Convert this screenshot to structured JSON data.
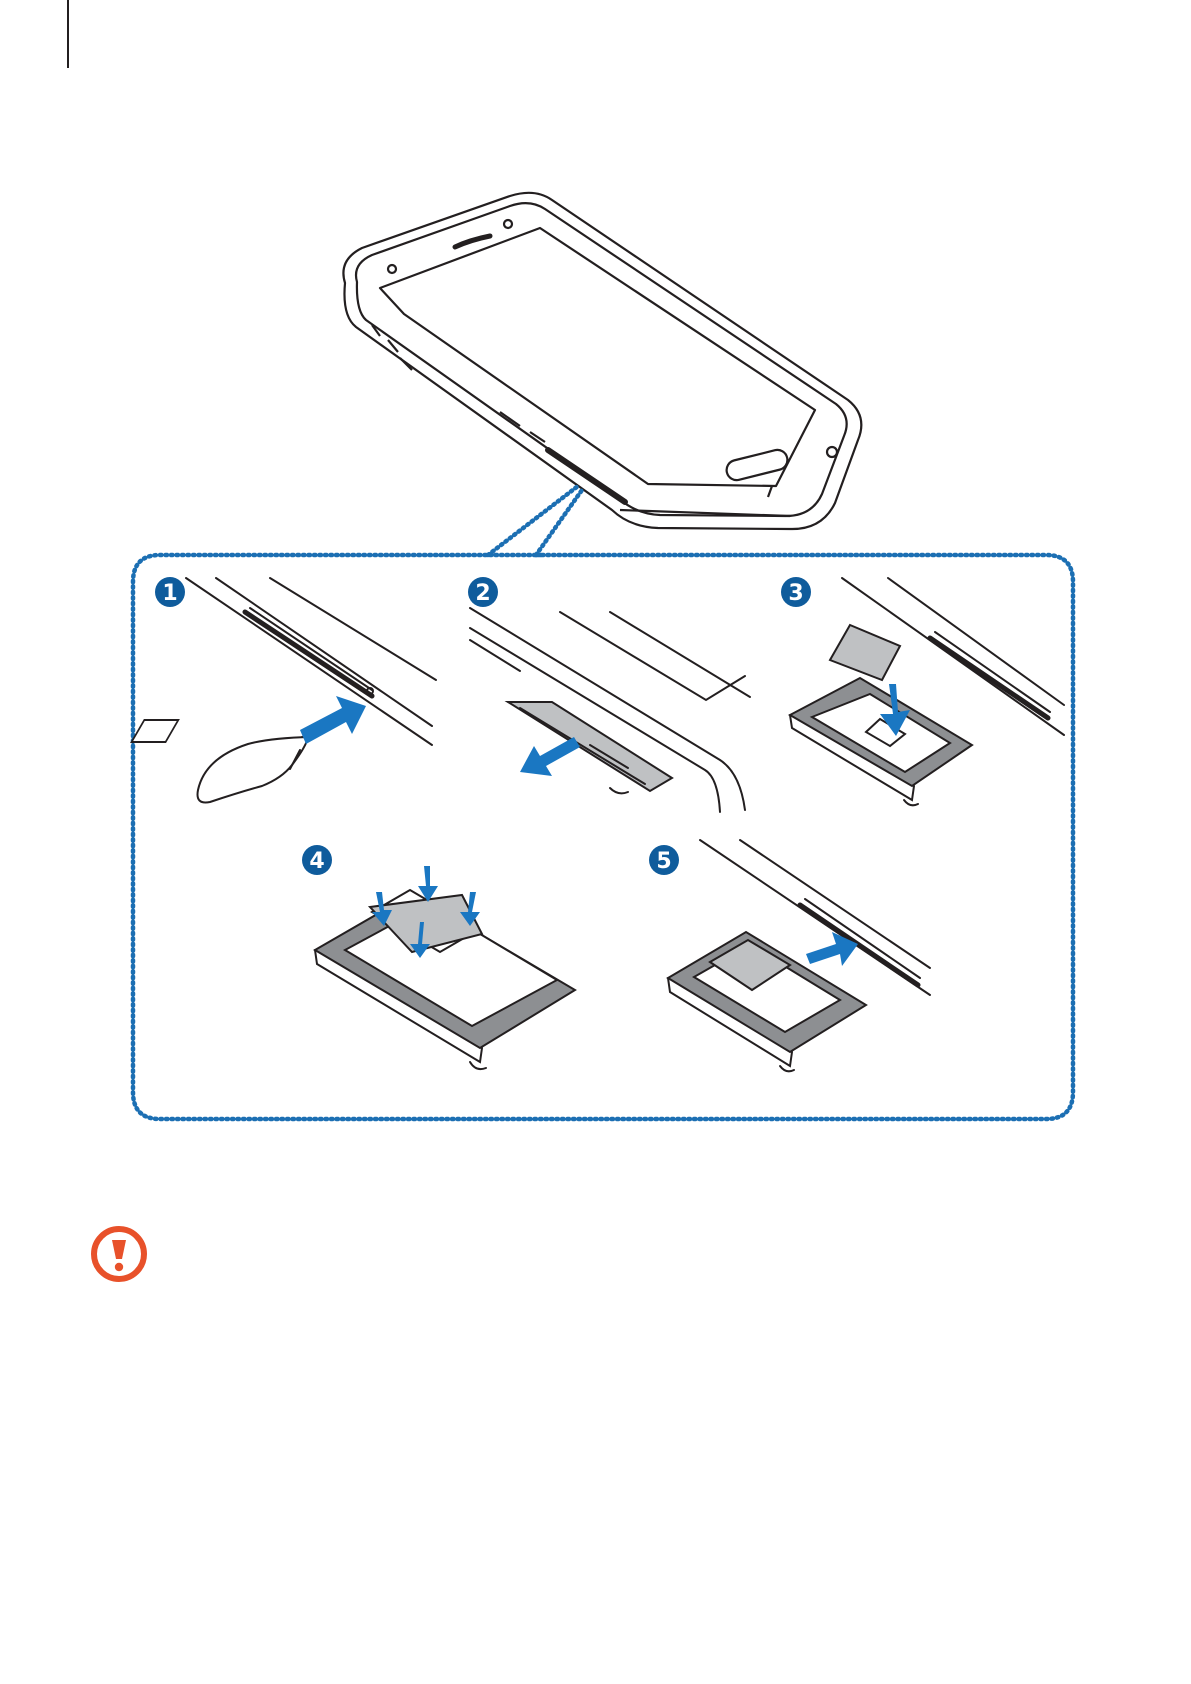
{
  "steps": [
    {
      "number": "1"
    },
    {
      "number": "2"
    },
    {
      "number": "3"
    },
    {
      "number": "4"
    },
    {
      "number": "5"
    }
  ],
  "colors": {
    "step_badge": "#0f5c9c",
    "arrow": "#1a77c2",
    "dotted_frame": "#1c6fb3",
    "caution_icon": "#e8512a",
    "tray": "#7b7d80",
    "line_art": "#231f20"
  },
  "icons": {
    "caution": "caution-icon"
  }
}
